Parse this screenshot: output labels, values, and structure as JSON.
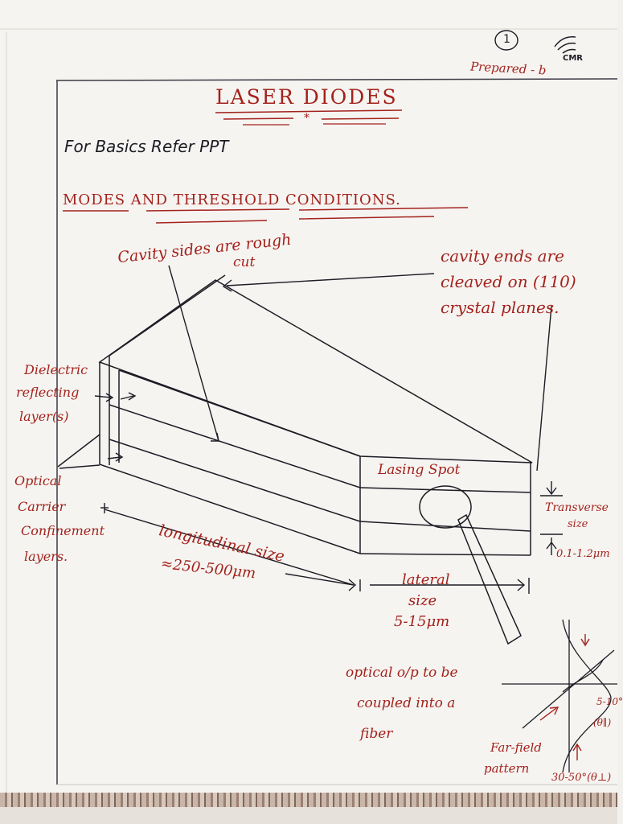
{
  "header": {
    "page_number": "1",
    "logo_text": "CMR",
    "prepared_by": "Prepared - b"
  },
  "title": "LASER DIODES",
  "title_divider": "*",
  "basics_line": "For Basics Refer PPT",
  "section_heading": "MODES AND THRESHOLD CONDITIONS.",
  "labels": {
    "cavity_sides_1": "Cavity sides are rough",
    "cavity_sides_2": "cut",
    "cavity_ends_1": "cavity ends are",
    "cavity_ends_2": "cleaved on (110)",
    "cavity_ends_3": "crystal planes.",
    "dielectric_1": "Dielectric",
    "dielectric_2": "reflecting",
    "dielectric_3": "layer(s)",
    "optical_1": "Optical",
    "optical_2": "Carrier",
    "optical_3": "Confinement",
    "optical_4": "layers.",
    "lasing_spot": "Lasing Spot",
    "transverse_1": "Transverse",
    "transverse_2": "size",
    "transverse_3": "0.1-1.2μm",
    "longitudinal_1": "longitudinal size",
    "longitudinal_2": "≈250-500μm",
    "lateral_1": "lateral",
    "lateral_2": "size",
    "lateral_3": "5-15μm",
    "output_1": "optical o/p to be",
    "output_2": "coupled into a",
    "output_3": "fiber",
    "farfield_1": "Far-field",
    "farfield_2": "pattern",
    "angle_1": "5-10°",
    "angle_2": "(θ∥)",
    "angle_3": "30-50°(θ⊥)"
  },
  "colors": {
    "ink_red": "#a3221c",
    "ink_black": "#1c1c24",
    "paper": "#f6f4f1"
  }
}
